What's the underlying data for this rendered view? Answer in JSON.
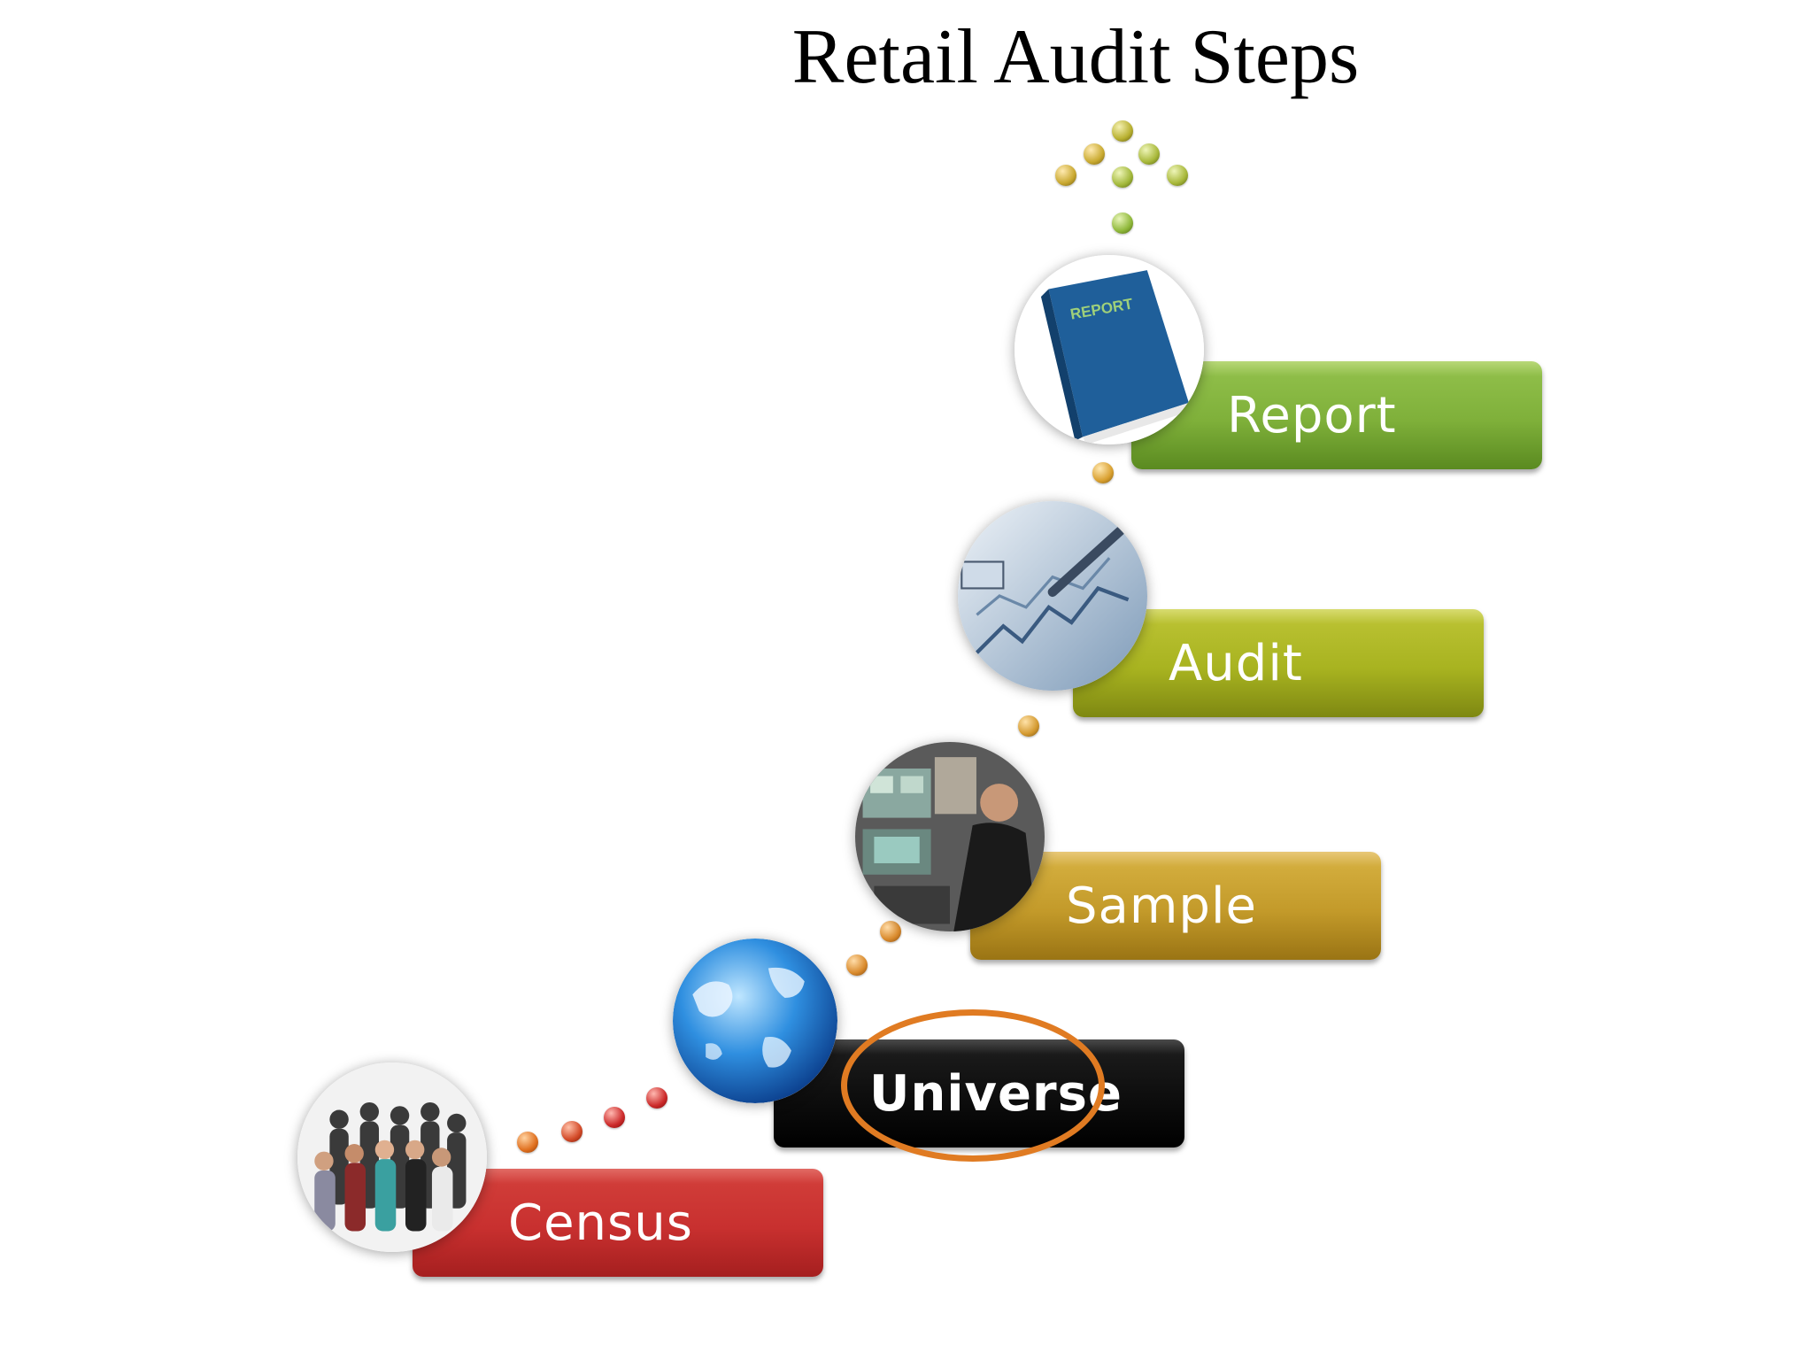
{
  "title": "Retail Audit Steps",
  "steps": [
    {
      "label": "Census",
      "color": "#c8302f",
      "icon": "people-icon"
    },
    {
      "label": "Universe",
      "color": "#0d0d0d",
      "icon": "globe-icon",
      "highlighted": true,
      "bold": true
    },
    {
      "label": "Sample",
      "color": "#c39a2a",
      "icon": "analyst-icon"
    },
    {
      "label": "Audit",
      "color": "#a8b320",
      "icon": "chart-pen-icon"
    },
    {
      "label": "Report",
      "color": "#7fb03a",
      "icon": "report-book-icon",
      "book_text": "REPORT"
    }
  ],
  "highlight_color": "#e07b22"
}
